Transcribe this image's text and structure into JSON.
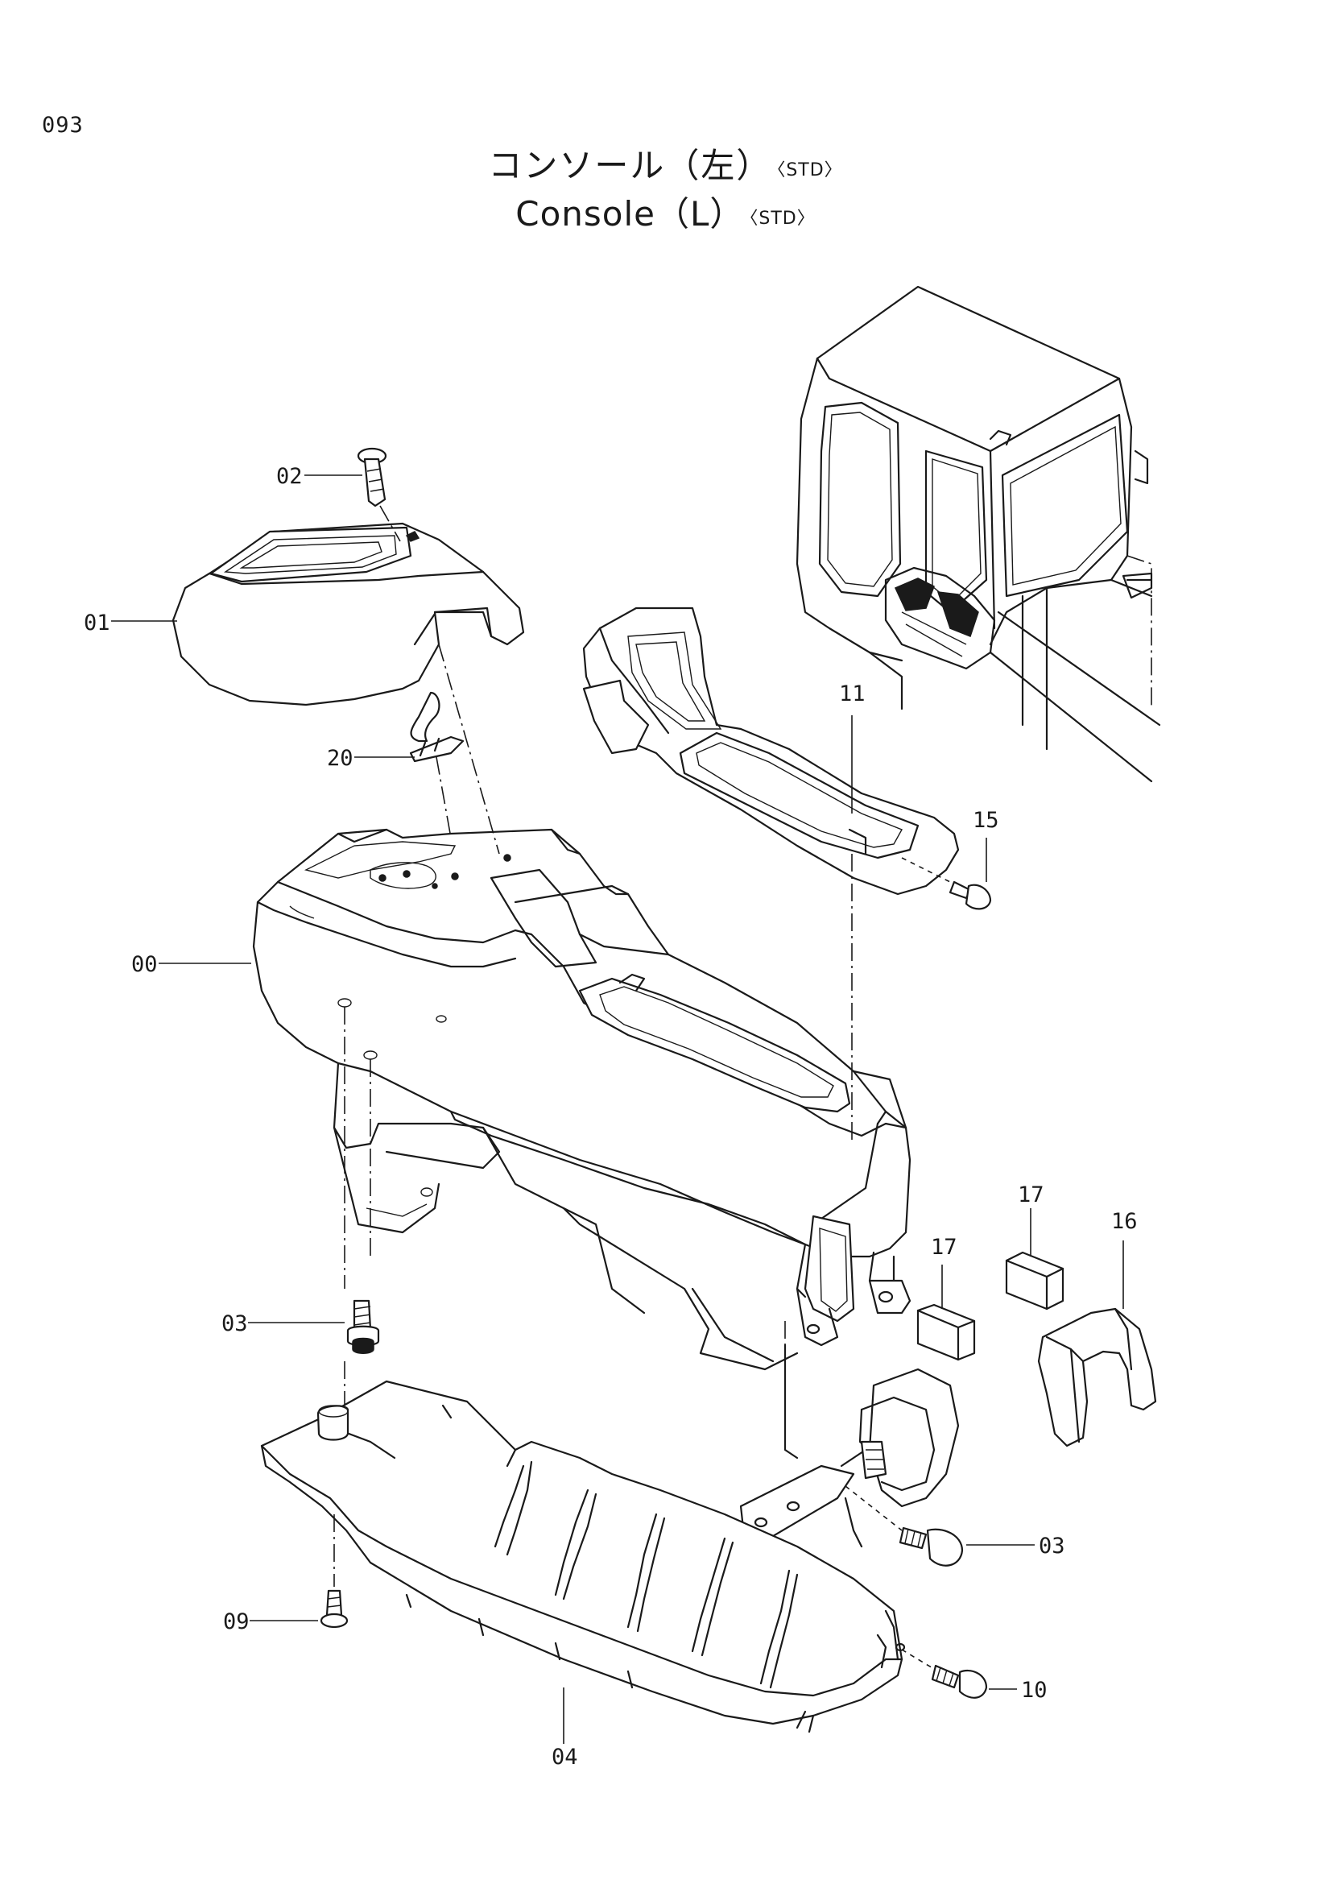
{
  "page_number": "093",
  "title": {
    "jp": "コンソール（左）",
    "jp_tag": "〈STD〉",
    "en": "Console（L）",
    "en_tag": "〈STD〉"
  },
  "callouts": {
    "p00": "00",
    "p01": "01",
    "p02": "02",
    "p03a": "03",
    "p03b": "03",
    "p04": "04",
    "p09": "09",
    "p10": "10",
    "p11": "11",
    "p15": "15",
    "p16": "16",
    "p17a": "17",
    "p17b": "17",
    "p20": "20"
  }
}
